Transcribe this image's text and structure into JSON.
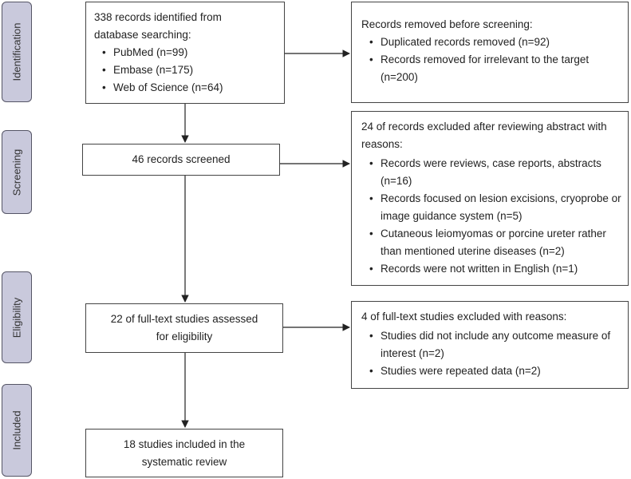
{
  "stages": [
    {
      "label": "Identification"
    },
    {
      "label": "Screening"
    },
    {
      "label": "Eligibility"
    },
    {
      "label": "Included"
    }
  ],
  "identification": {
    "main": {
      "lines": [
        "338 records identified from",
        "database searching:"
      ],
      "bullets": [
        "PubMed (n=99)",
        "Embase (n=175)",
        "Web of Science (n=64)"
      ]
    },
    "side": {
      "title": "Records removed before screening:",
      "bullets": [
        "Duplicated records removed (n=92)",
        "Records removed for irrelevant to the target (n=200)"
      ]
    }
  },
  "screening": {
    "main": {
      "text": "46 records screened"
    },
    "side": {
      "title": "24 of records excluded after reviewing abstract with reasons:",
      "bullets": [
        "Records were reviews, case reports, abstracts (n=16)",
        "Records focused on lesion excisions, cryoprobe or image guidance system (n=5)",
        "Cutaneous leiomyomas or porcine ureter rather than mentioned uterine diseases (n=2)",
        "Records were not written in English (n=1)"
      ]
    }
  },
  "eligibility": {
    "main": {
      "lines": [
        "22 of full-text studies assessed",
        "for eligibility"
      ]
    },
    "side": {
      "title": "4 of full-text studies excluded with reasons:",
      "bullets": [
        "Studies did not include any outcome measure of interest (n=2)",
        "Studies were repeated data (n=2)"
      ]
    }
  },
  "included": {
    "main": {
      "lines": [
        "18 studies included in the",
        "systematic review"
      ]
    }
  }
}
